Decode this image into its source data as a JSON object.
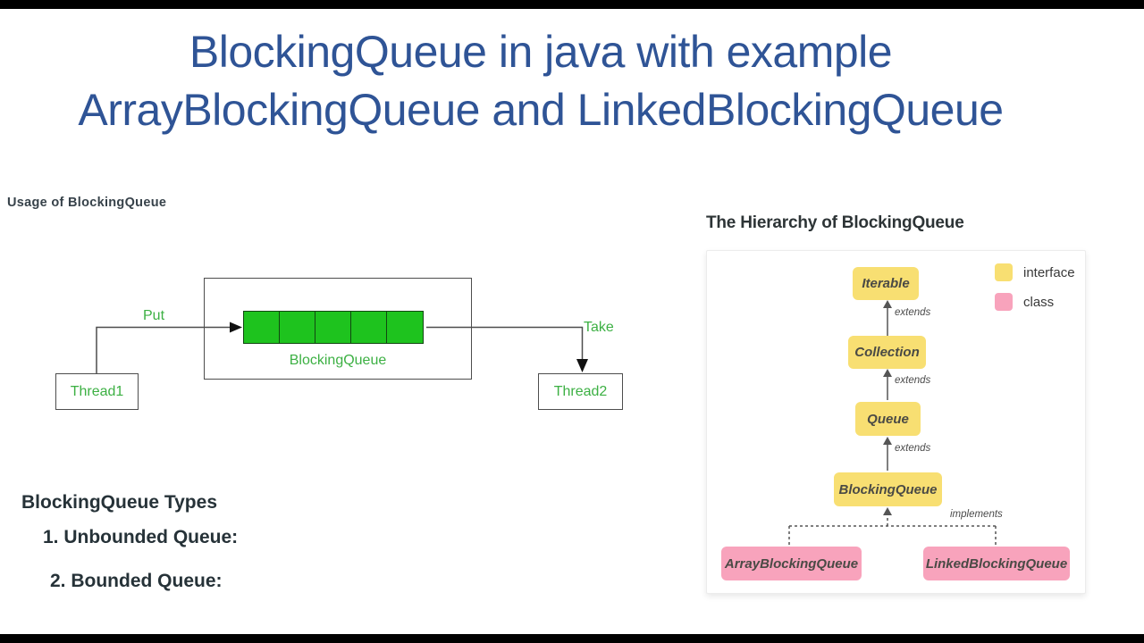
{
  "title": {
    "line1": "BlockingQueue in java with example",
    "line2": "ArrayBlockingQueue and LinkedBlockingQueue"
  },
  "usage": {
    "heading": "Usage of BlockingQueue",
    "put": "Put",
    "take": "Take",
    "queue_caption": "BlockingQueue",
    "thread1": "Thread1",
    "thread2": "Thread2",
    "cell_count": 5
  },
  "hierarchy": {
    "heading": "The Hierarchy of BlockingQueue",
    "nodes": {
      "iterable": "Iterable",
      "collection": "Collection",
      "queue": "Queue",
      "blockingqueue": "BlockingQueue",
      "arrayblockingqueue": "ArrayBlockingQueue",
      "linkedblockingqueue": "LinkedBlockingQueue"
    },
    "extends_label": "extends",
    "implements_label": "implements",
    "legend": {
      "interface": "interface",
      "class": "class"
    }
  },
  "types": {
    "heading": "BlockingQueue Types",
    "item1": "1. Unbounded Queue:",
    "item2": "2. Bounded Queue:"
  },
  "colors": {
    "title_blue": "#2F5496",
    "cell_green": "#1EC31E",
    "label_green": "#3CB043",
    "interface_yellow": "#F8DF72",
    "class_pink": "#F8A3BC",
    "letterbox_black": "#000000"
  }
}
